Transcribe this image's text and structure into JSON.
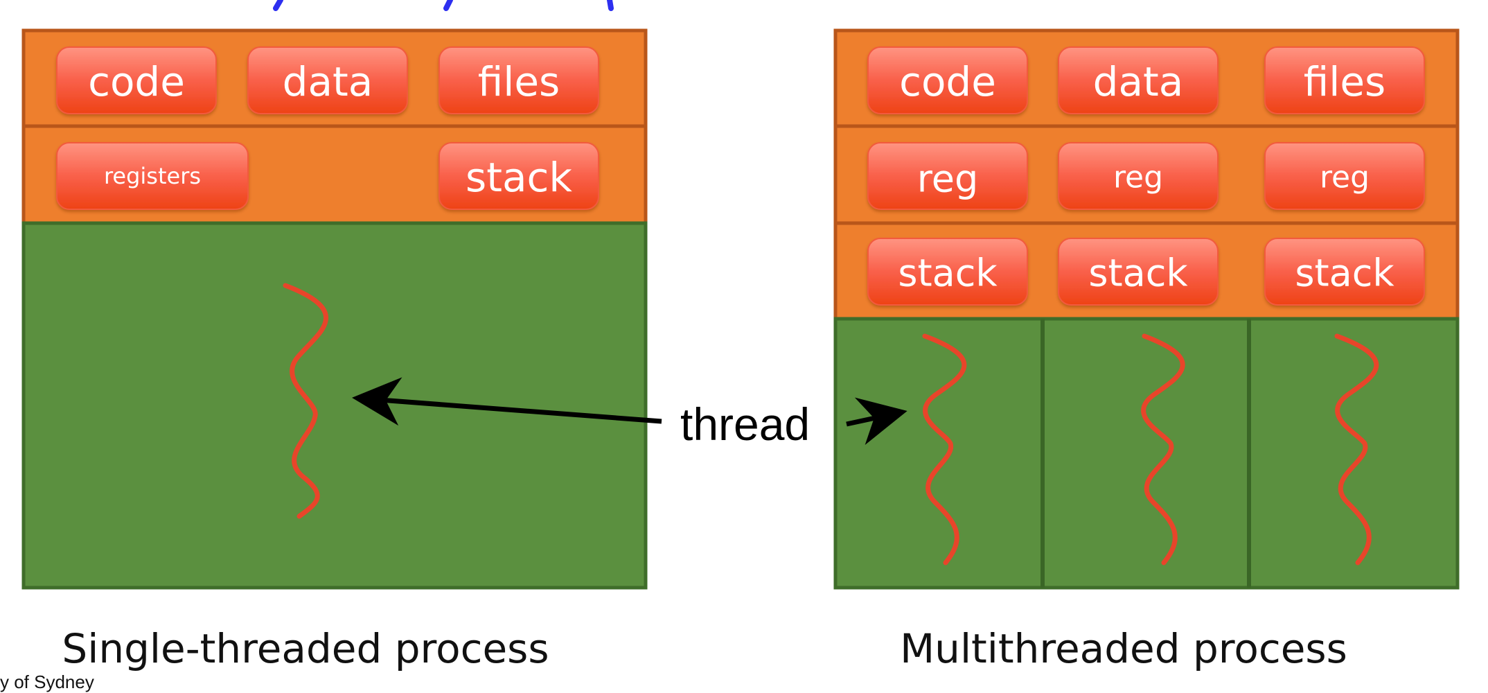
{
  "single": {
    "shared_row": [
      "code",
      "data",
      "files"
    ],
    "thread_row": [
      "registers",
      "stack"
    ],
    "caption": "Single-threaded process"
  },
  "multi": {
    "shared_row": [
      "code",
      "data",
      "files"
    ],
    "reg_row": [
      "reg",
      "reg",
      "reg"
    ],
    "stack_row": [
      "stack",
      "stack",
      "stack"
    ],
    "caption": "Multithreaded process"
  },
  "thread_label": "thread",
  "footer": "y of Sydney",
  "colors": {
    "orange_band": "#ee7f2d",
    "green_area": "#5b903f",
    "button_top": "#ff8c78",
    "button_bottom": "#f04418",
    "thread_wave": "#e8452a",
    "title_fragment": "#2d2ff0"
  }
}
